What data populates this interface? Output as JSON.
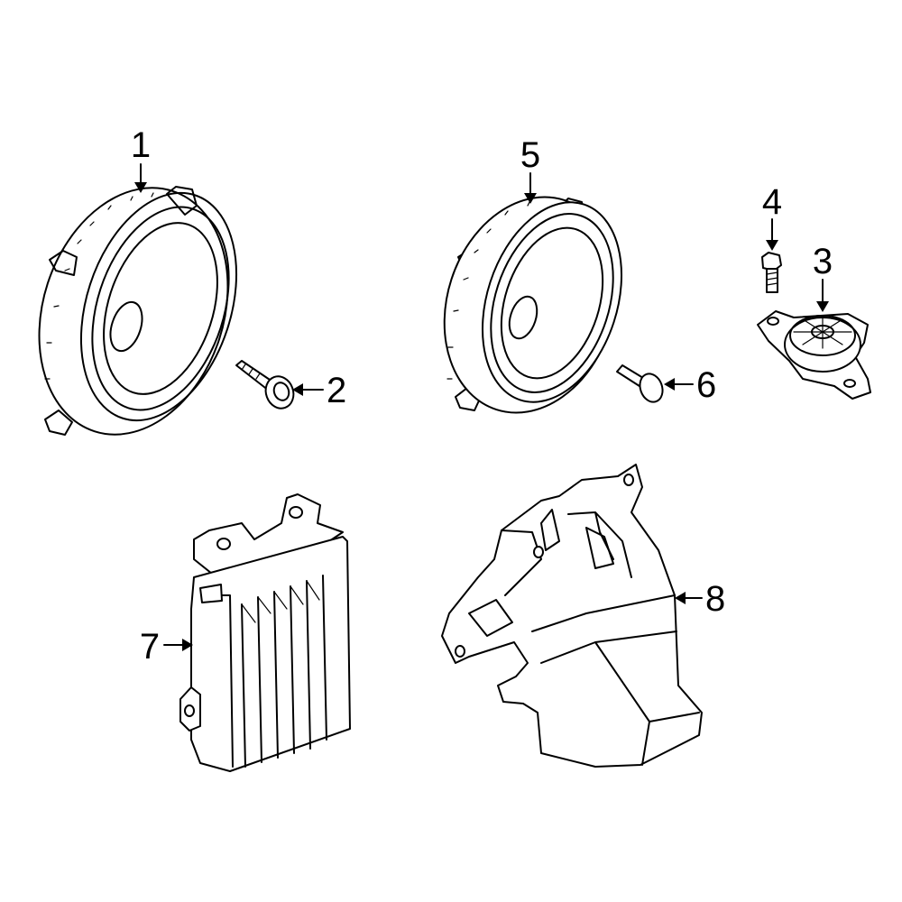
{
  "colors": {
    "highlight": "#3a5bc7",
    "line": "#000000",
    "background": "#ffffff"
  },
  "callouts": [
    {
      "id": "1",
      "label": "1"
    },
    {
      "id": "2",
      "label": "2"
    },
    {
      "id": "3",
      "label": "3"
    },
    {
      "id": "4",
      "label": "4"
    },
    {
      "id": "5",
      "label": "5"
    },
    {
      "id": "6",
      "label": "6"
    },
    {
      "id": "7",
      "label": "7"
    },
    {
      "id": "8",
      "label": "8"
    }
  ],
  "highlighted_part": "1"
}
